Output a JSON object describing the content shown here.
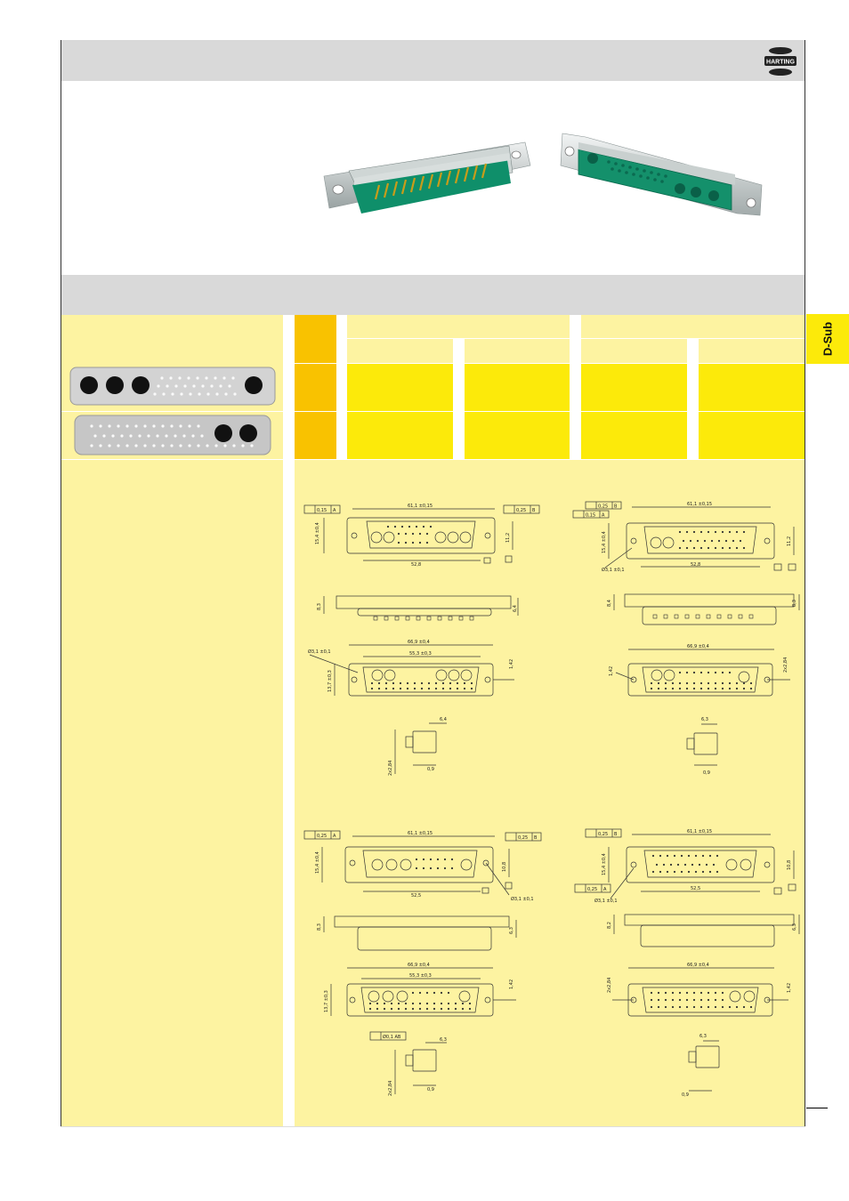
{
  "header": {
    "logo_text": "HARTING"
  },
  "side_tab": {
    "label": "D-Sub"
  },
  "icons": {
    "logo": "harting-logo-icon",
    "photo_male": "male-connector-photo-icon",
    "photo_female": "female-connector-photo-icon",
    "pinout_a": "pin-layout-a-icon",
    "pinout_b": "pin-layout-b-icon"
  },
  "colors": {
    "band_gray": "#d9d9d9",
    "yellow": "#fcea0a",
    "pale_yellow": "#fdf3a1",
    "orange": "#f9c200"
  },
  "dims": {
    "tl": {
      "tol1": "0,15",
      "ref_a": "A",
      "tol2": "0,25",
      "ref_b": "B",
      "width_total": "61,1 ±0,15",
      "height": "15,4 ±0,4",
      "right_h": "11,2",
      "pitch": "52,8",
      "side_h": "8,3",
      "side_r": "6,4",
      "panel_w": "66,9 ±0,4",
      "panel_in": "55,3 ±0,3",
      "hole": "Ø3,1 ±0,1",
      "panel_h": "13,7 ±0,3",
      "panel_r": "1,42",
      "detail_top": "6,4",
      "detail_bot": "0,9",
      "detail_side": "2x2,84"
    },
    "tr": {
      "tol1": "0,25",
      "ref_b": "B",
      "tol2": "0,15",
      "ref_a": "A",
      "width_total": "61,1 ±0,15",
      "height": "15,4 ±0,4",
      "right_h": "11,2",
      "pitch": "52,8",
      "hole": "Ø3,1 ±0,1",
      "side_h": "8,4",
      "side_r": "8,3",
      "panel_w": "66,9 ±0,4",
      "panel_l": "1,42",
      "panel_r": "2x2,84",
      "detail_top": "6,3",
      "detail_bot": "0,9"
    },
    "bl": {
      "tol1": "0,25",
      "ref_a": "A",
      "tol2": "0,25",
      "ref_b": "B",
      "width_total": "61,1 ±0,15",
      "height": "15,4 ±0,4",
      "right_h": "10,8",
      "pitch": "52,5",
      "hole": "Ø3,1 ±0,1",
      "side_h": "8,3",
      "side_r": "6,3",
      "panel_w": "66,9 ±0,4",
      "panel_in": "55,3 ±0,3",
      "panel_h": "13,7 ±0,3",
      "panel_r": "1,42",
      "pos_tol": "Ø0,1 AB",
      "detail_top": "6,3",
      "detail_bot": "0,9",
      "detail_side": "2x2,84"
    },
    "br": {
      "tol1": "0,25",
      "ref_b": "B",
      "tol2": "0,25",
      "ref_a": "A",
      "width_total": "61,1 ±0,15",
      "height": "15,4 ±0,4",
      "right_h": "10,8",
      "pitch": "52,5",
      "hole": "Ø3,1 ±0,1",
      "side_h": "8,2",
      "side_r": "6,3",
      "panel_w": "66,9 ±0,4",
      "panel_l": "2x2,84",
      "panel_r": "1,42",
      "detail_top": "6,3",
      "detail_bot": "0,9"
    }
  }
}
